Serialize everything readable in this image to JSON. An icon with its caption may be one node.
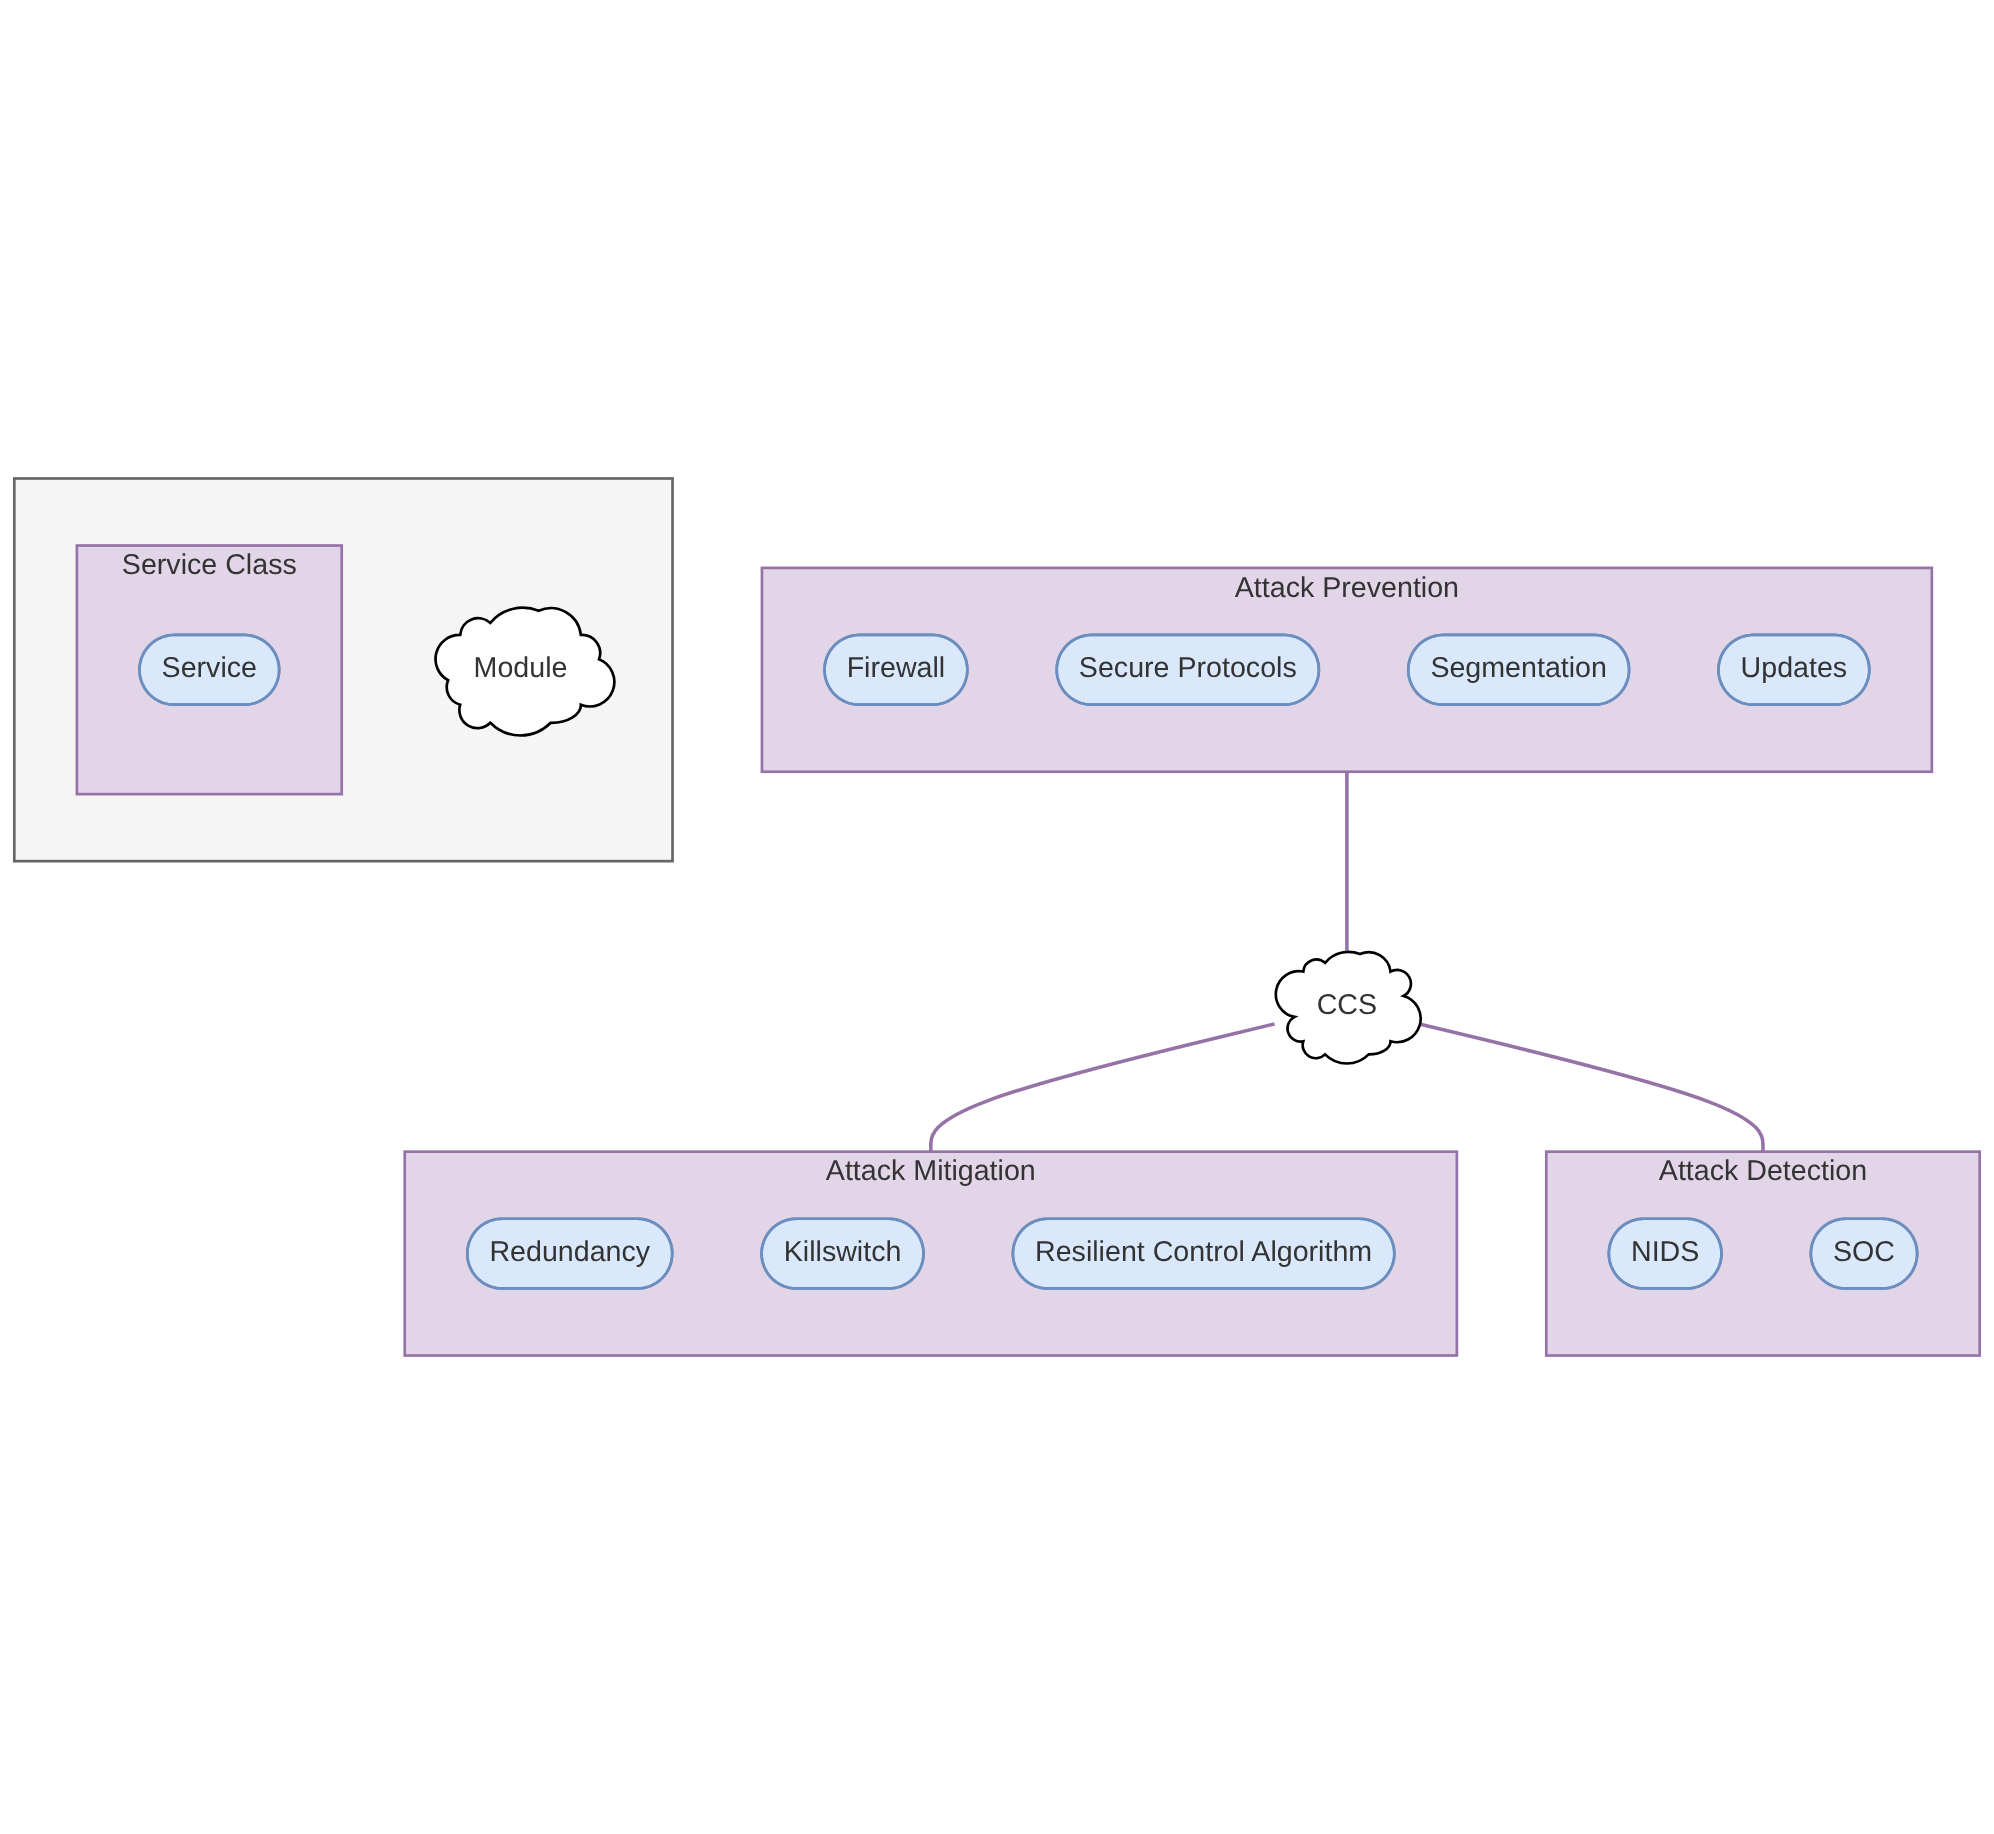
{
  "diagram": {
    "nodes": [
      {
        "text": [
          "Attack Prevention"
        ]
      },
      {
        "text": [
          "Firewall"
        ],
        "in": 0
      },
      {
        "text": [
          "Secure Protocols"
        ],
        "in": 0
      },
      {
        "text": [
          "Segmentation"
        ],
        "in": 0
      },
      {
        "text": [
          "Updates"
        ],
        "in": 0
      },
      {
        "text": [],
        "shape": "box"
      },
      {
        "text": [
          "Service Class"
        ],
        "in": 5
      },
      {
        "text": [
          "Service"
        ],
        "in": 6
      },
      {
        "text": [
          "Module"
        ],
        "in": 5
      },
      {
        "text": [
          "CCS"
        ]
      },
      {
        "text": [
          "Attack Mitigation"
        ]
      },
      {
        "text": [
          "Redundancy"
        ],
        "in": 10
      },
      {
        "text": [
          "Killswitch"
        ],
        "in": 10
      },
      {
        "text": [
          "Resilient Control Algorithm"
        ],
        "in": 10
      },
      {
        "text": [
          "Attack Detection"
        ]
      },
      {
        "text": [
          "NIDS"
        ],
        "in": 14
      },
      {
        "text": [
          "SOC"
        ],
        "in": 14
      }
    ],
    "edges": [
      {
        "from": 0,
        "to": 9,
        "arrow": "none"
      },
      {
        "from": 9,
        "to": 10,
        "arrow": "none"
      },
      {
        "from": 9,
        "to": 14,
        "arrow": "none"
      }
    ]
  }
}
